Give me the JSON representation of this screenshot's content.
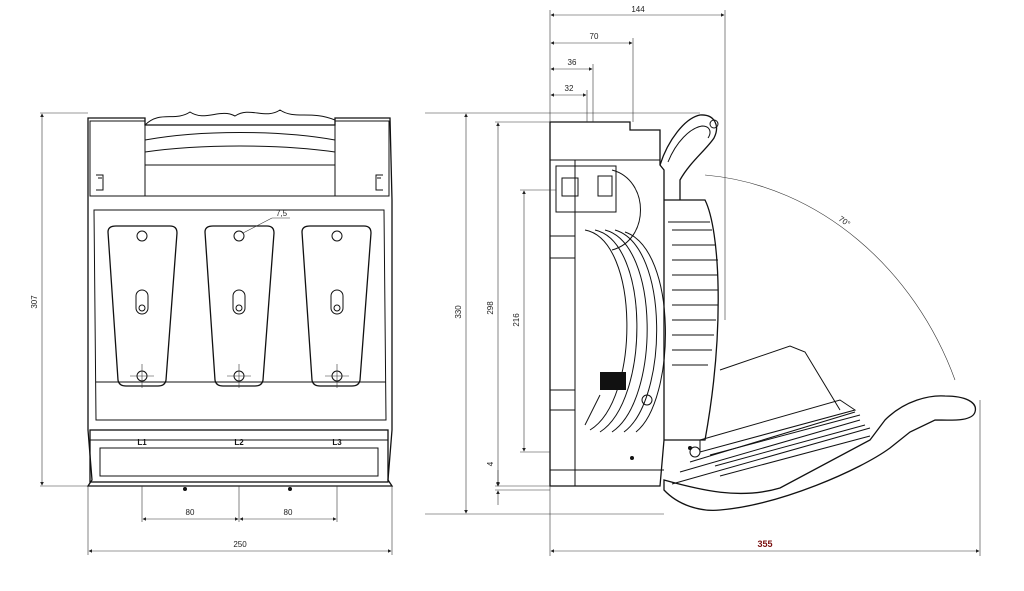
{
  "front_view": {
    "phase_labels": [
      "L1",
      "L2",
      "L3"
    ],
    "dims": {
      "height": "307",
      "width": "250",
      "pitch_left": "80",
      "pitch_right": "80",
      "hole": "7,5"
    }
  },
  "side_view": {
    "dims": {
      "top_144": "144",
      "top_70": "70",
      "top_36": "36",
      "top_32": "32",
      "h330": "330",
      "h298": "298",
      "h216": "216",
      "h4": "4",
      "open_width": "355",
      "angle": "70°"
    }
  }
}
